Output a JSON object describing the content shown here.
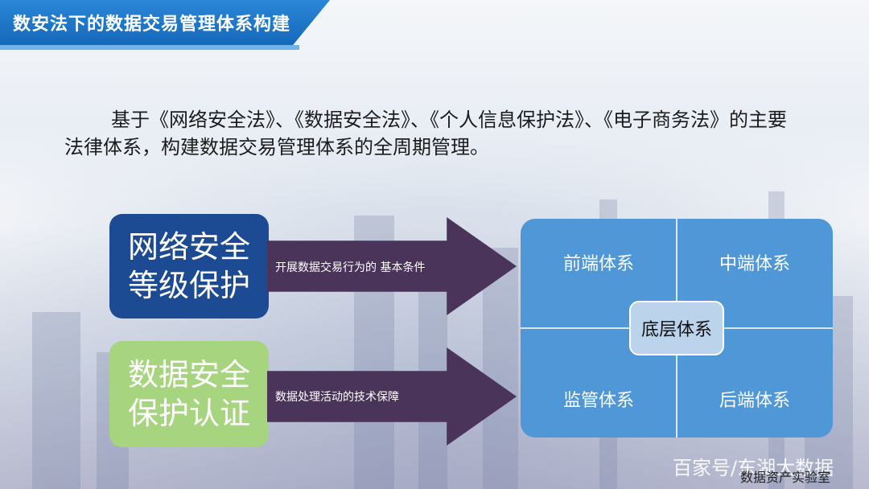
{
  "header": {
    "title": "数安法下的数据交易管理体系构建"
  },
  "intro": {
    "text": "基于《网络安全法》、《数据安全法》、《个人信息保护法》、《电子商务法》的主要法律体系，构建数据交易管理体系的全周期管理。"
  },
  "left_boxes": [
    {
      "line1": "网络安全",
      "line2": "等级保护",
      "color": "#1c4b93"
    },
    {
      "line1": "数据安全",
      "line2": "保护认证",
      "color": "#a7d47f"
    }
  ],
  "arrows": [
    {
      "label": "开展数据交易行为的 基本条件"
    },
    {
      "label": "数据处理活动的技术保障"
    }
  ],
  "quadrant": {
    "cells": [
      "前端体系",
      "中端体系",
      "监管体系",
      "后端体系"
    ],
    "center": "底层体系"
  },
  "watermark": {
    "main": "百家号/东湖大数据",
    "sub": "数据资产实验室"
  },
  "colors": {
    "title_band": "#1466b8",
    "arrow": "#4a3459",
    "grid": "#4f97d6"
  }
}
